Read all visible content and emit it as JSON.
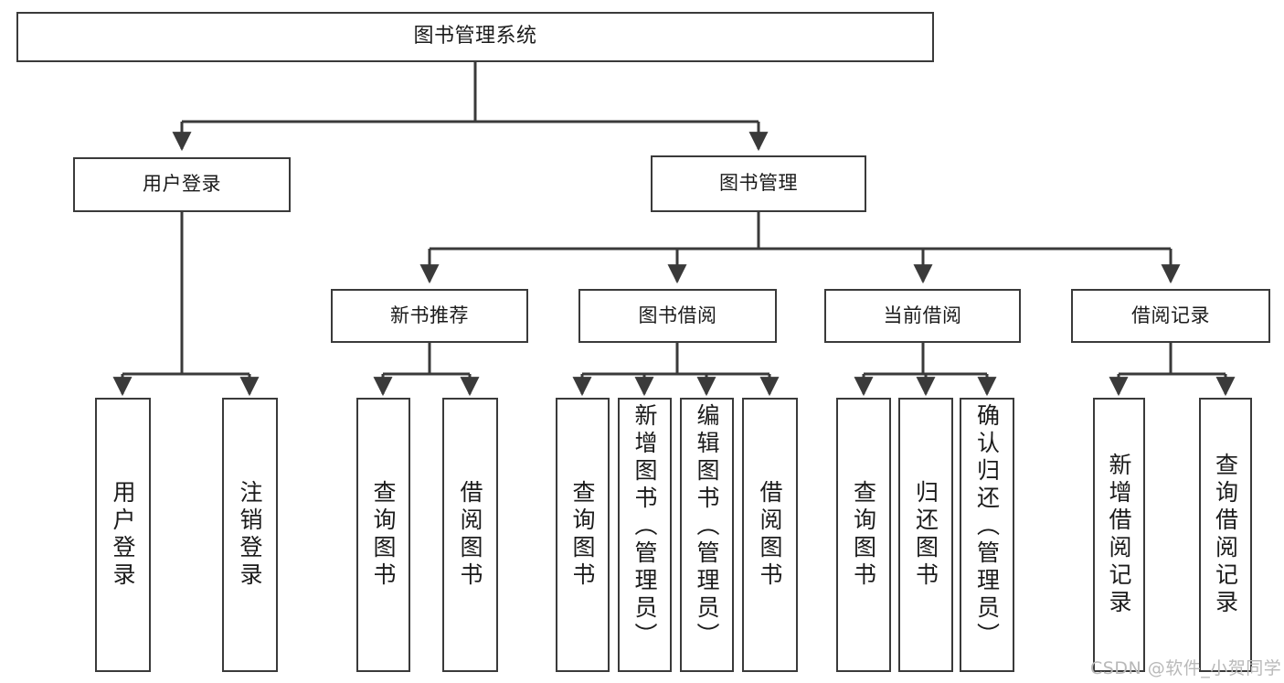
{
  "diagram": {
    "title": "图书管理系统",
    "type": "hierarchical-tree",
    "watermark": "CSDN @软件_小贺同学",
    "colors": {
      "background": "#ffffff",
      "border": "#3a3a3a",
      "text": "#1b1b1b",
      "edge": "#3a3a3a",
      "watermark": "#b9b9b9"
    },
    "levels": {
      "root": {
        "label": "图书管理系统"
      },
      "level1": [
        {
          "label": "用户登录"
        },
        {
          "label": "图书管理"
        }
      ],
      "level2": [
        {
          "label": "新书推荐"
        },
        {
          "label": "图书借阅"
        },
        {
          "label": "当前借阅"
        },
        {
          "label": "借阅记录"
        }
      ],
      "leaves": {
        "user_login": [
          {
            "label": "用户登录"
          },
          {
            "label": "注销登录"
          }
        ],
        "new_book_recommend": [
          {
            "label": "查询图书"
          },
          {
            "label": "借阅图书"
          }
        ],
        "book_borrow": [
          {
            "label": "查询图书"
          },
          {
            "label": "新增图书（管理员）"
          },
          {
            "label": "编辑图书（管理员）"
          },
          {
            "label": "借阅图书"
          }
        ],
        "current_borrow": [
          {
            "label": "查询图书"
          },
          {
            "label": "归还图书"
          },
          {
            "label": "确认归还（管理员）"
          }
        ],
        "borrow_record": [
          {
            "label": "新增借阅记录"
          },
          {
            "label": "查询借阅记录"
          }
        ]
      }
    }
  }
}
